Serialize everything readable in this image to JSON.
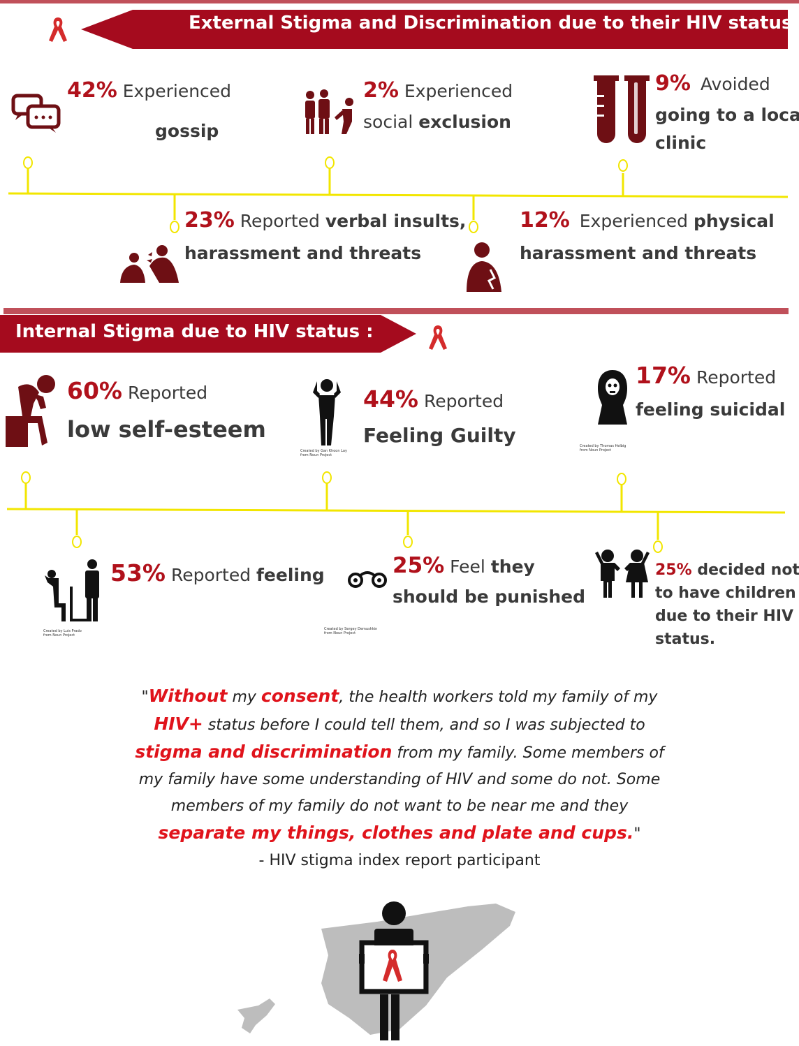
{
  "colors": {
    "brand_red": "#a50b1e",
    "stat_red": "#b0111b",
    "timeline_yellow": "#f2e600",
    "icon_dark": "#6e0f14",
    "quote_red": "#e0131b"
  },
  "external": {
    "title": "External Stigma and Discrimination due to their HIV status:",
    "items": [
      {
        "pct": "42%",
        "prefix": "Experienced",
        "bold": "gossip",
        "icon": "chat-bubbles-icon"
      },
      {
        "pct": "2%",
        "prefix": "Experienced",
        "line2_prefix": "social",
        "bold": "exclusion",
        "icon": "excluded-people-icon"
      },
      {
        "pct": "9%",
        "prefix": "Avoided",
        "bold1": "going to a local",
        "bold2": "clinic",
        "icon": "test-tubes-icon"
      },
      {
        "pct": "23%",
        "prefix": "Reported",
        "bold1": "verbal insults,",
        "bold2": "harassment and threats",
        "icon": "shouting-people-icon"
      },
      {
        "pct": "12%",
        "prefix": "Experienced",
        "bold1": "physical",
        "bold2": "harassment and threats",
        "icon": "injured-person-icon"
      }
    ]
  },
  "internal": {
    "title": "Internal Stigma due to HIV status :",
    "items": [
      {
        "pct": "60%",
        "prefix": "Reported",
        "bold": "low self-esteem",
        "icon": "sad-seated-person-icon"
      },
      {
        "pct": "44%",
        "prefix": "Reported",
        "bold": "Feeling Guilty",
        "icon": "distressed-person-icon",
        "credit1": "Created by Gan Khoon Lay",
        "credit2": "from Noun Project"
      },
      {
        "pct": "17%",
        "prefix": "Reported",
        "bold": "feeling suicidal",
        "icon": "skull-head-icon",
        "credit1": "Created by Thomas Helbig",
        "credit2": "from Noun Project"
      },
      {
        "pct": "53%",
        "prefix": "Reported",
        "bold": "feeling",
        "icon": "isolated-person-icon",
        "credit1": "Created by Luis Prado",
        "credit2": "from Noun Project"
      },
      {
        "pct": "25%",
        "prefix": "Feel",
        "bold1": "they",
        "bold2": "should be punished",
        "icon": "handcuffs-icon",
        "credit1": "Created by Sergey Demushkin",
        "credit2": "from Noun Project"
      },
      {
        "pct": "25%",
        "rest1": "decided not",
        "rest2": "to have children",
        "rest3": "due to their HIV",
        "rest4": "status.",
        "icon": "children-icon"
      }
    ]
  },
  "quote": {
    "open": "\"",
    "w1": "Without",
    "t1": " my ",
    "w2": "consent",
    "t2": ", the health workers told my family of my",
    "w3": "HIV+",
    "t3": " status before I could tell them, and so I was subjected to",
    "w4": "stigma and discrimination",
    "t4": " from my family.  Some members of",
    "line4": "my family have some understanding of HIV and some do not.  Some",
    "line5": "members of my family do not want to be near me and they",
    "w5": "separate my things, clothes and plate and cups.",
    "close": "\"",
    "attribution": "- HIV stigma index report participant"
  }
}
